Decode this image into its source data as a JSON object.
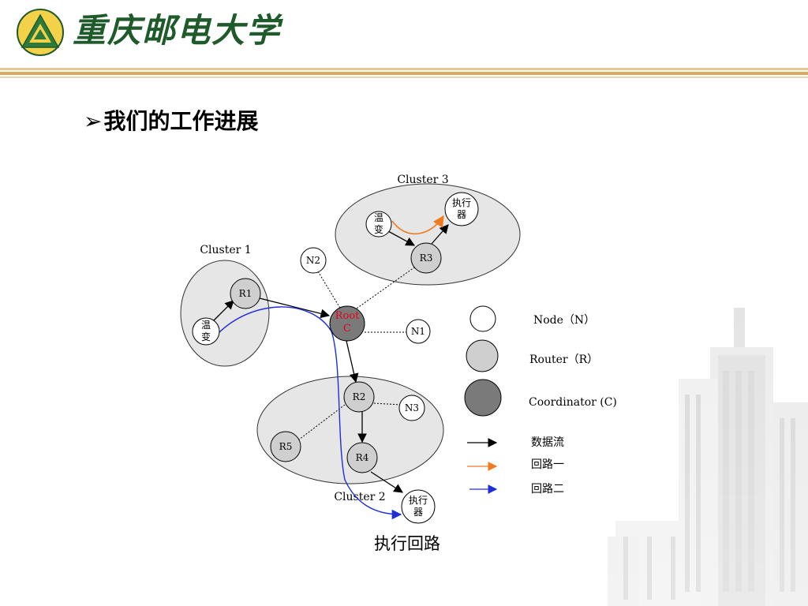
{
  "header": {
    "university_name": "重庆邮电大学"
  },
  "heading": {
    "bullet": "➢",
    "text": "我们的工作进展"
  },
  "diagram": {
    "clusters": [
      {
        "id": "cluster1",
        "label": "Cluster 1"
      },
      {
        "id": "cluster2",
        "label": "Cluster 2"
      },
      {
        "id": "cluster3",
        "label": "Cluster 3"
      }
    ],
    "nodes": {
      "sensor1_l1": "温",
      "sensor1_l2": "变",
      "sensor3_l1": "温",
      "sensor3_l2": "变",
      "actuator3_l1": "执行",
      "actuator3_l2": "器",
      "actuator2_l1": "执行",
      "actuator2_l2": "器",
      "r1": "R1",
      "r2": "R2",
      "r3": "R3",
      "r4": "R4",
      "r5": "R5",
      "n1": "N1",
      "n2": "N2",
      "n3": "N3",
      "root_l1": "Root",
      "root_l2": "C"
    },
    "legend": {
      "node": "Node（N）",
      "router": "Router（R）",
      "coordinator": "Coordinator (C)",
      "data_flow": "数据流",
      "loop1": "回路一",
      "loop2": "回路二"
    },
    "colors": {
      "node_fill": "#ffffff",
      "router_fill": "#cfcfcf",
      "coordinator_fill": "#7a7a7a",
      "cluster_fill": "#e6e6e6",
      "root_text": "#e8001c",
      "loop1": "#f07a20",
      "loop2": "#1f2fd8",
      "data_flow": "#000000"
    }
  },
  "caption": "执行回路"
}
